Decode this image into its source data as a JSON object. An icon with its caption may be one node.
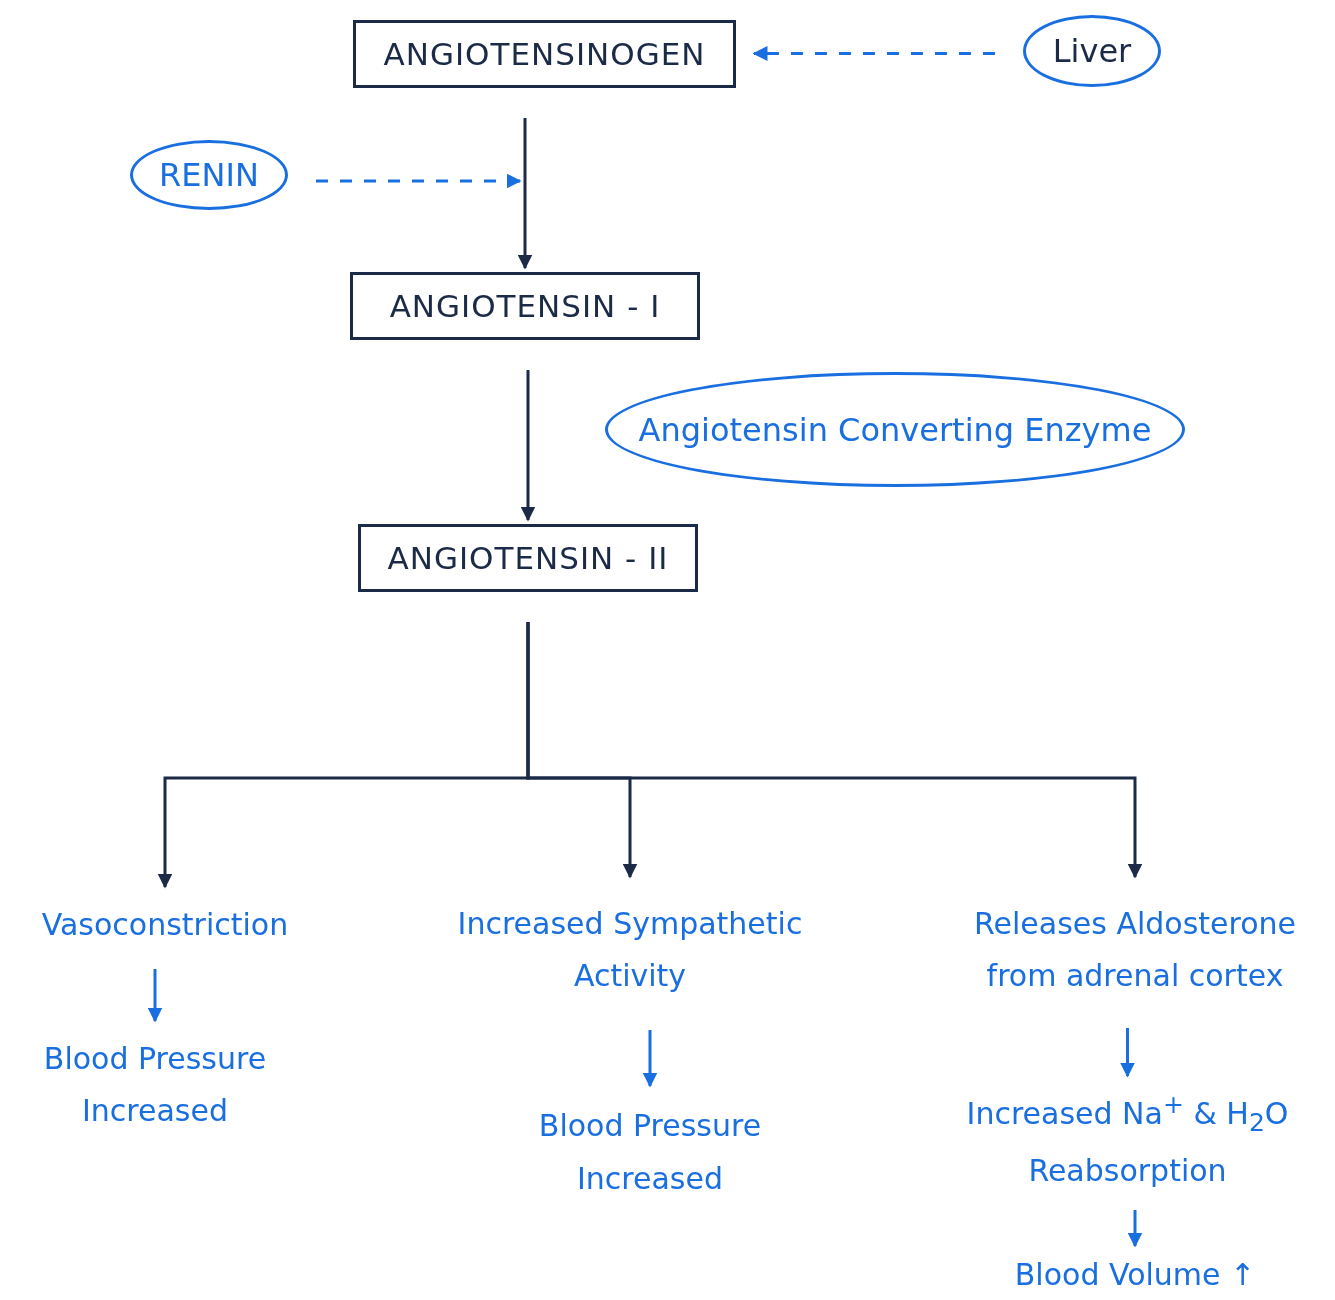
{
  "diagram": {
    "nodes": [
      {
        "text": [
          "ANGIOTENSINOGEN"
        ]
      },
      {
        "text": [
          "Liver"
        ]
      },
      {
        "text": [
          "RENIN"
        ]
      },
      {
        "text": [
          "ANGIOTENSIN - I"
        ]
      },
      {
        "text": [
          "Angiotensin Converting Enzyme"
        ]
      },
      {
        "text": [
          "ANGIOTENSIN - II"
        ]
      },
      {
        "text": [
          "Vasoconstriction"
        ]
      },
      {
        "text": [
          "Blood Pressure Increased"
        ]
      },
      {
        "text": [
          "Increased Sympathetic Activity"
        ]
      },
      {
        "text": [
          "Blood Pressure Increased"
        ]
      },
      {
        "text": [
          "Releases Aldosterone from adrenal cortex"
        ]
      },
      {
        "text": [
          "Increased Na$^{+}$ & H$_{2}$O Reabsorption"
        ]
      },
      {
        "text": [
          "Blood Volume ↑"
        ]
      }
    ],
    "edges": [
      {
        "from": 1,
        "to": 0,
        "arrow": "to",
        "style": "dashed"
      },
      {
        "from": 2,
        "to": null,
        "arrow": "to",
        "style": "dashed"
      },
      {
        "from": 0,
        "to": 3,
        "arrow": "to",
        "color": "#1b2a47"
      },
      {
        "from": 3,
        "to": 5,
        "arrow": "to",
        "color": "#1b2a47"
      },
      {
        "from": 5,
        "to": 6,
        "arrow": "to",
        "color": "#1b2a47"
      },
      {
        "from": 5,
        "to": 8,
        "arrow": "to",
        "color": "#1b2a47"
      },
      {
        "from": 5,
        "to": 10,
        "arrow": "to",
        "color": "#1b2a47"
      },
      {
        "from": 6,
        "to": 7,
        "arrow": "to"
      },
      {
        "from": 8,
        "to": 9,
        "arrow": "to"
      },
      {
        "from": 10,
        "to": 11,
        "arrow": "to"
      },
      {
        "from": 11,
        "to": 12,
        "arrow": "to"
      }
    ]
  }
}
